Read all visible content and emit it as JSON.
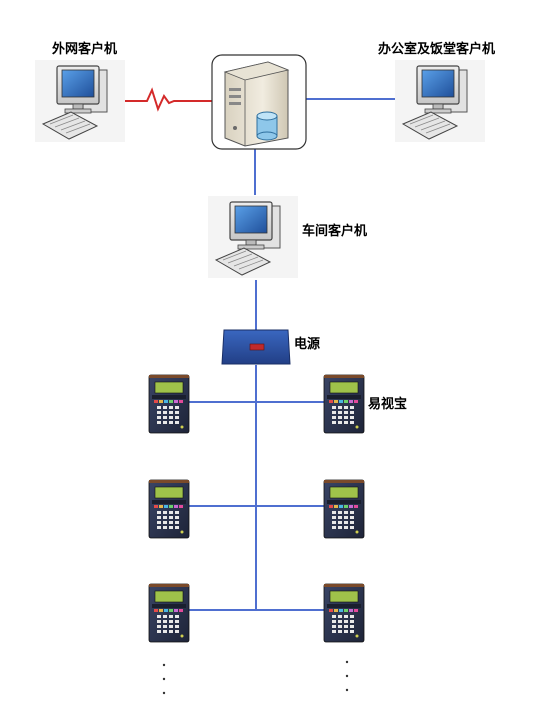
{
  "labels": {
    "external_client": "外网客户机",
    "office_client": "办公室及饭堂客户机",
    "workshop_client": "车间客户机",
    "power": "电源",
    "terminal": "易视宝"
  },
  "colors": {
    "link_blue": "#4f6fd0",
    "link_red": "#d42a2a",
    "terminal_body": "#2c3550",
    "terminal_lcd": "#9fc24a",
    "power_box": "#2d55a8"
  },
  "continuation_mark": "⋮"
}
